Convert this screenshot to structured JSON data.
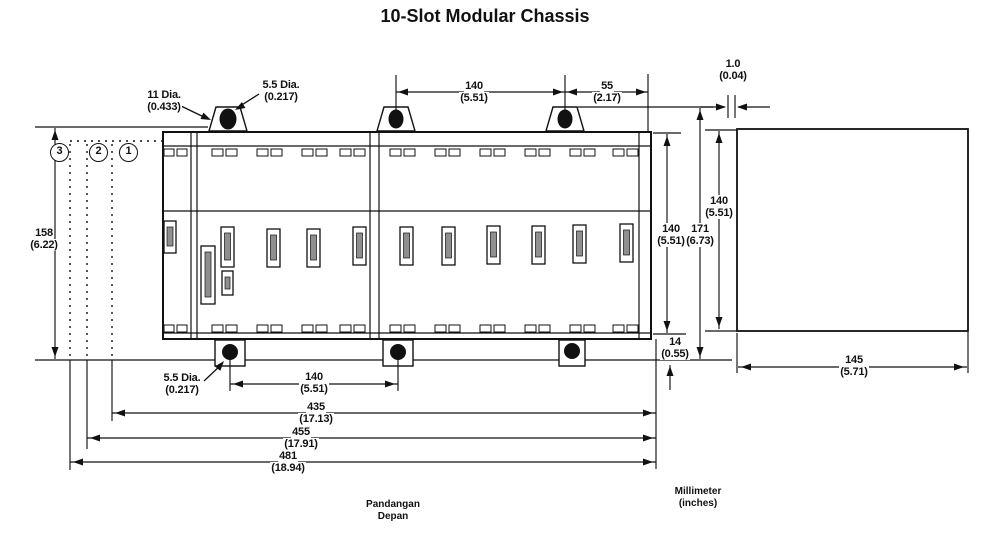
{
  "title": "10-Slot Modular Chassis",
  "balloons": {
    "b1": "1",
    "b2": "2",
    "b3": "3"
  },
  "callouts": {
    "dia11": {
      "line1": "11 Dia.",
      "line2": "(0.433)"
    },
    "dia55_top": {
      "line1": "5.5 Dia.",
      "line2": "(0.217)"
    },
    "dia55_bottom": {
      "line1": "5.5 Dia.",
      "line2": "(0.217)"
    }
  },
  "dims": {
    "top_140": {
      "mm": "140",
      "in": "(5.51)"
    },
    "top_55": {
      "mm": "55",
      "in": "(2.17)"
    },
    "gap_1_0": {
      "mm": "1.0",
      "in": "(0.04)"
    },
    "left_158": {
      "mm": "158",
      "in": "(6.22)"
    },
    "body_140": {
      "mm": "140",
      "in": "(5.51)"
    },
    "overall_171": {
      "mm": "171",
      "in": "(6.73)"
    },
    "side_140": {
      "mm": "140",
      "in": "(5.51)"
    },
    "foot_14": {
      "mm": "14",
      "in": "(0.55)"
    },
    "bottom_140": {
      "mm": "140",
      "in": "(5.51)"
    },
    "width_435": {
      "mm": "435",
      "in": "(17.13)"
    },
    "width_455": {
      "mm": "455",
      "in": "(17.91)"
    },
    "width_481": {
      "mm": "481",
      "in": "(18.94)"
    },
    "side_145": {
      "mm": "145",
      "in": "(5.71)"
    }
  },
  "footer": {
    "view_caption": "Pandangan Depan",
    "units_line1": "Millimeter",
    "units_line2": "(inches)"
  }
}
